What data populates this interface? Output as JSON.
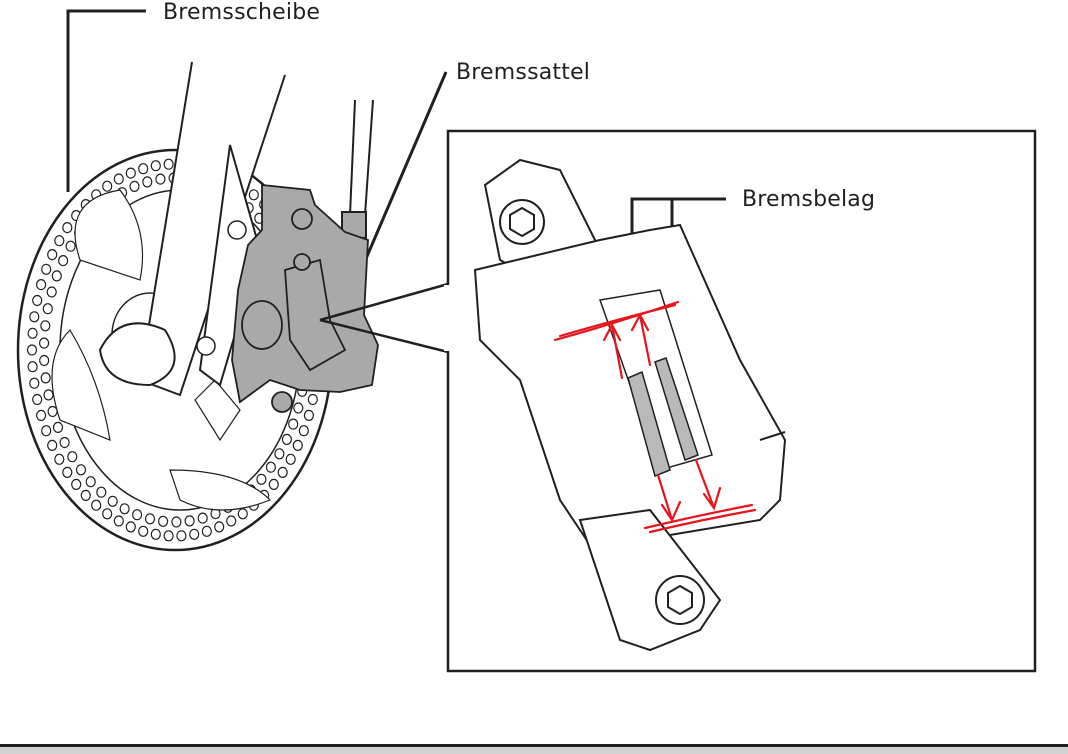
{
  "diagram": {
    "subject": "Disc brake assembly with detail view of brake caliper and brake pads",
    "labels": {
      "disc": "Bremsscheibe",
      "caliper": "Bremssattel",
      "pad": "Bremsbelag"
    },
    "colors": {
      "line": "#231f20",
      "caliper_fill": "#a9a9a9",
      "pad_fill": "#b9b9b9",
      "annotation_red": "#e8141b",
      "bottom_bar": "#d2d2d2"
    }
  }
}
